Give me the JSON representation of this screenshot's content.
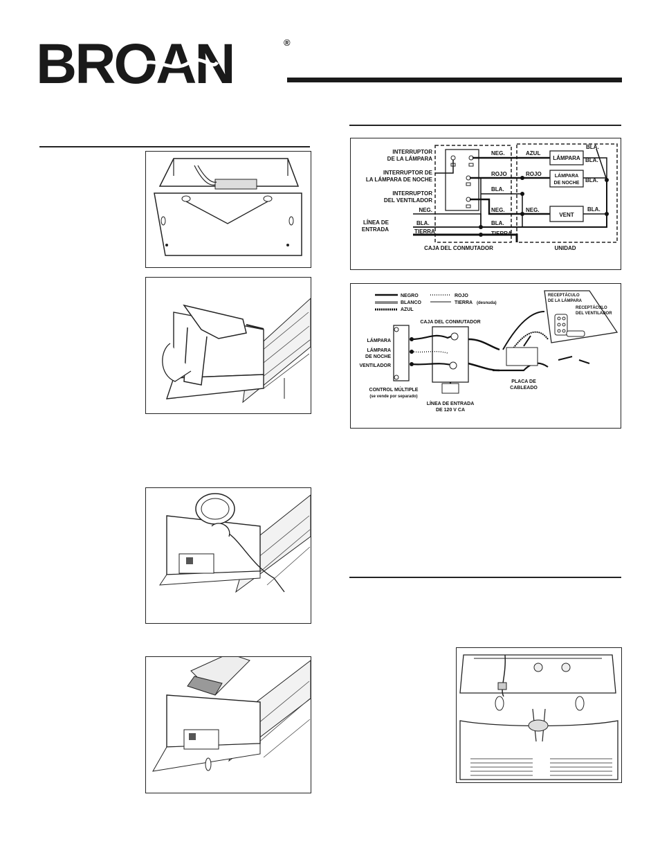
{
  "brand": {
    "name": "BROAN",
    "registered": "®"
  },
  "wiring_diagram": {
    "switch_labels": {
      "lamp_switch": [
        "INTERRUPTOR",
        "DE LA LÁMPARA"
      ],
      "night_lamp_switch": [
        "INTERRUPTOR DE",
        "LA LÁMPARA DE NOCHE"
      ],
      "fan_switch": [
        "INTERRUPTOR",
        "DEL VENTILADOR"
      ],
      "line_in": [
        "LÍNEA DE",
        "ENTRADA"
      ]
    },
    "wire_labels": {
      "neg": "NEG.",
      "bla": "BLA.",
      "tierra": "TIERRA",
      "rojo": "ROJO",
      "azul": "AZUL"
    },
    "components": {
      "lamp": "LÁMPARA",
      "night_lamp": [
        "LÁMPARA",
        "DE NOCHE"
      ],
      "vent": "VENT"
    },
    "section_labels": {
      "switch_box": "CAJA DEL CONMUTADOR",
      "unit": "UNIDAD"
    }
  },
  "connection_diagram": {
    "legend": {
      "negro": "NEGRO",
      "blanco": "BLANCO",
      "azul": "AZUL",
      "rojo": "ROJO",
      "tierra": "TIERRA",
      "tierra_note": "(desnuda)"
    },
    "labels": {
      "lampara": "LÁMPARA",
      "lampara_noche": [
        "LÁMPARA",
        "DE NOCHE"
      ],
      "ventilador": "VENTILADOR",
      "control": [
        "CONTROL MÚLTIPLE",
        "(se vende por separado)"
      ],
      "caja": "CAJA DEL CONMUTADOR",
      "linea": [
        "LÍNEA DE ENTRADA",
        "DE 120 V CA"
      ],
      "recept_lampara": [
        "RECEPTÁCULO",
        "DE LA LÁMPARA"
      ],
      "recept_vent": [
        "RECEPTÁCULO",
        "DEL VENTILADOR"
      ],
      "placa": [
        "PLACA DE",
        "CABLEADO"
      ]
    }
  }
}
